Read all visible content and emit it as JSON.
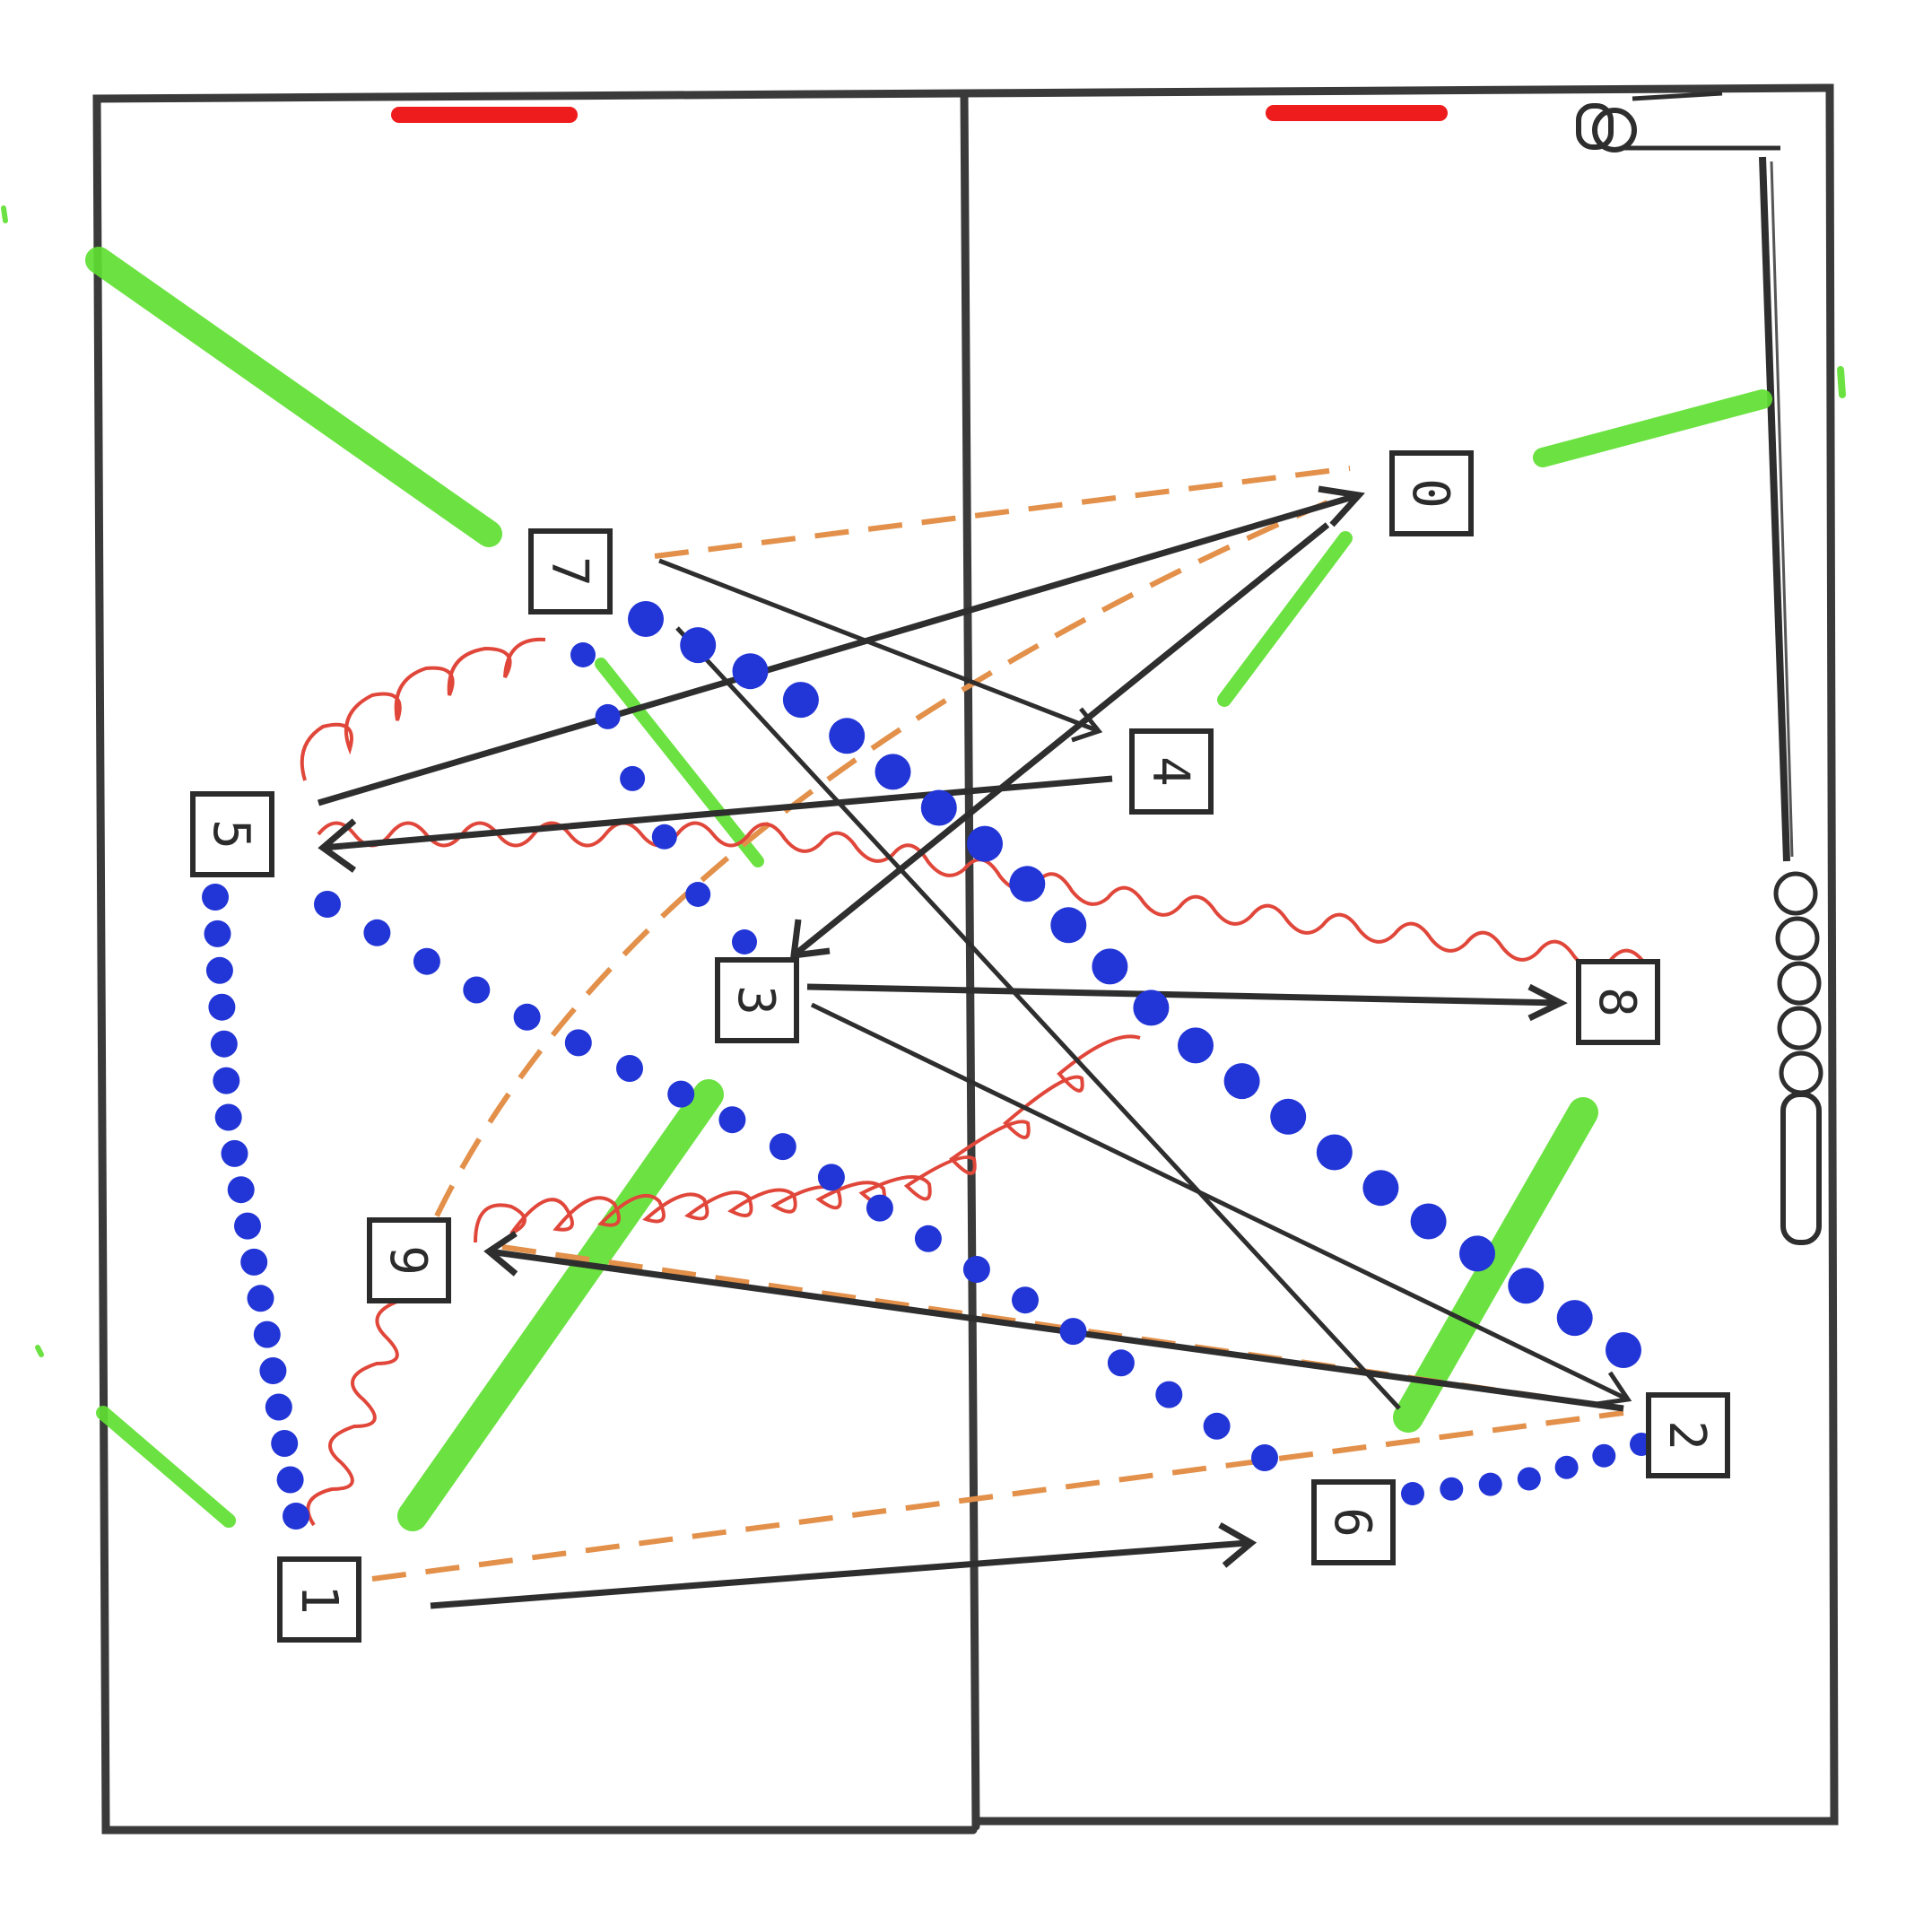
{
  "diagram": {
    "nodes": [
      {
        "id": "n1",
        "label": "1"
      },
      {
        "id": "n2",
        "label": "2"
      },
      {
        "id": "n3",
        "label": "3"
      },
      {
        "id": "n4",
        "label": "4"
      },
      {
        "id": "n5",
        "label": "5"
      },
      {
        "id": "n6",
        "label": "6"
      },
      {
        "id": "n7",
        "label": "7"
      },
      {
        "id": "n8",
        "label": "8"
      },
      {
        "id": "n9",
        "label": "9"
      },
      {
        "id": "n10",
        "label": "0"
      }
    ],
    "colors": {
      "court_lines": "#3a3a3a",
      "black_pass": "#2e2e2e",
      "orange_dashed": "#e2904a",
      "red_curl": "#e0473a",
      "blue_dots": "#2235d6",
      "green_marks": "#5fe032",
      "red_marks": "#ee1c1c"
    },
    "connections": {
      "black_arrows": [
        {
          "from": "n1",
          "to": "n6"
        },
        {
          "from": "n5",
          "to": "n10"
        },
        {
          "from": "n7",
          "to": "n4"
        },
        {
          "from": "n4",
          "to": "n5"
        },
        {
          "from": "n10",
          "to": "n3"
        },
        {
          "from": "n3",
          "to": "n8"
        },
        {
          "from": "n3",
          "to": "n2"
        },
        {
          "from": "n2",
          "to": "n9"
        },
        {
          "from": "n7",
          "to": "n2"
        }
      ],
      "orange_dashed": [
        {
          "from": "n7",
          "to": "n10"
        },
        {
          "from": "n10",
          "to": "n9"
        },
        {
          "from": "n9",
          "to": "n2"
        },
        {
          "from": "n1",
          "to": "n2"
        }
      ],
      "red_curl": [
        {
          "from": "n5",
          "to": "n7"
        },
        {
          "from": "n5",
          "to": "n8"
        },
        {
          "from": "n9",
          "to": "n8"
        },
        {
          "from": "n1",
          "to": "n9"
        }
      ],
      "blue_dotted": [
        {
          "from": "n5",
          "to": "n1"
        },
        {
          "from": "n5",
          "to": "n6"
        },
        {
          "from": "n7",
          "to": "n2"
        },
        {
          "from": "n6",
          "to": "n2"
        },
        {
          "from": "n7",
          "to": "n3"
        }
      ]
    },
    "green_marks_count": 10,
    "red_marks_count": 2,
    "side_equipment": {
      "top_ball_count": 1,
      "stack_ball_count": 5
    }
  }
}
